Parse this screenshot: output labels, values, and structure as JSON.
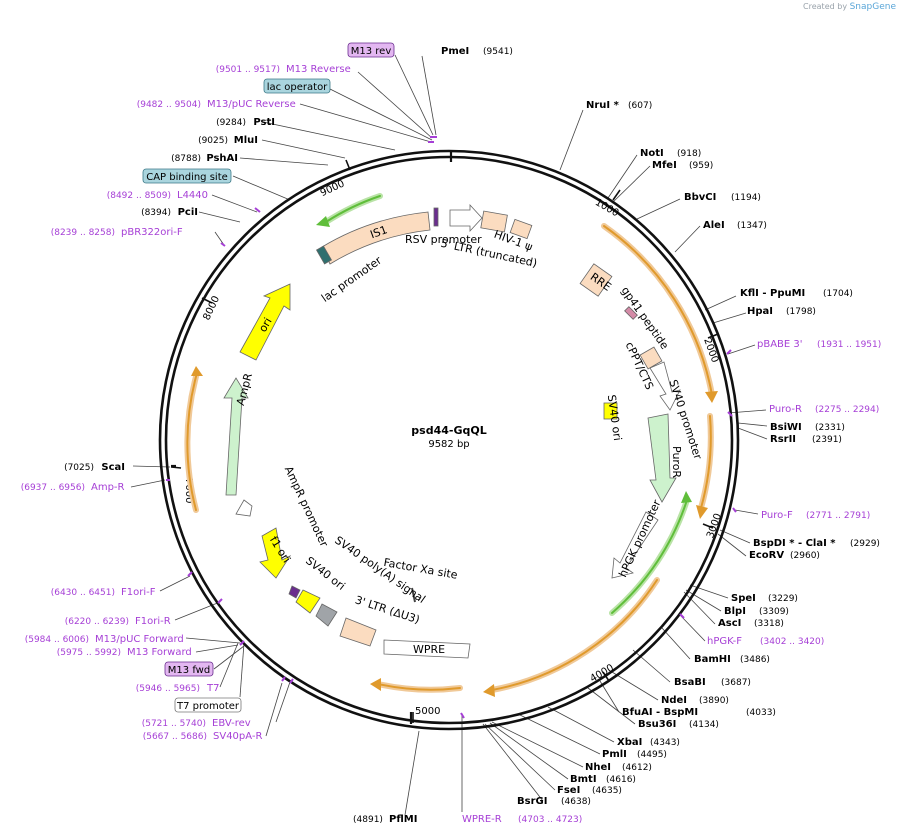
{
  "watermark": {
    "prefix": "Created by",
    "brand": "SnapGene"
  },
  "plasmid": {
    "name": "psd44-GqQL",
    "length_label": "9582 bp",
    "length_bp": 9582
  },
  "colors": {
    "primer": "#a63fd6",
    "feature_orange": "#fbdcc0",
    "feature_green": "#cdf2cd",
    "ori_yellow": "#ffff00",
    "orf_arrow_orange": "#e09a2c",
    "orf_arrow_green": "#5fbe3a"
  },
  "ticks": [
    "1000",
    "2000",
    "3000",
    "4000",
    "5000",
    "7000",
    "8000",
    "9000"
  ],
  "enzymes": [
    {
      "name": "PmeI",
      "pos": "(9541)"
    },
    {
      "name": "NruI *",
      "pos": "(607)"
    },
    {
      "name": "NotI",
      "pos": "(918)"
    },
    {
      "name": "MfeI",
      "pos": "(959)"
    },
    {
      "name": "BbvCI",
      "pos": "(1194)"
    },
    {
      "name": "AleI",
      "pos": "(1347)"
    },
    {
      "name": "KflI - PpuMI",
      "pos": "(1704)"
    },
    {
      "name": "HpaI",
      "pos": "(1798)"
    },
    {
      "name": "BsiWI",
      "pos": "(2331)"
    },
    {
      "name": "RsrII",
      "pos": "(2391)"
    },
    {
      "name": "BspDI * - ClaI *",
      "pos": "(2929)"
    },
    {
      "name": "EcoRV",
      "pos": "(2960)"
    },
    {
      "name": "SpeI",
      "pos": "(3229)"
    },
    {
      "name": "BlpI",
      "pos": "(3309)"
    },
    {
      "name": "AscI",
      "pos": "(3318)"
    },
    {
      "name": "BamHI",
      "pos": "(3486)"
    },
    {
      "name": "BsaBI",
      "pos": "(3687)"
    },
    {
      "name": "NdeI",
      "pos": "(3890)"
    },
    {
      "name": "BfuAI - BspMI",
      "pos": "(4033)"
    },
    {
      "name": "Bsu36I",
      "pos": "(4134)"
    },
    {
      "name": "XbaI",
      "pos": "(4343)"
    },
    {
      "name": "PmlI",
      "pos": "(4495)"
    },
    {
      "name": "NheI",
      "pos": "(4612)"
    },
    {
      "name": "BmtI",
      "pos": "(4616)"
    },
    {
      "name": "FseI",
      "pos": "(4635)"
    },
    {
      "name": "BsrGI",
      "pos": "(4638)"
    },
    {
      "name": "PflMI",
      "pos": "(4891)"
    },
    {
      "name": "ScaI",
      "pos": "(7025)"
    },
    {
      "name": "PciI",
      "pos": "(8394)"
    },
    {
      "name": "PshAI",
      "pos": "(8788)"
    },
    {
      "name": "MluI",
      "pos": "(9025)"
    },
    {
      "name": "PstI",
      "pos": "(9284)"
    }
  ],
  "primers": [
    {
      "name": "pBABE 3'",
      "range": "(1931 .. 1951)"
    },
    {
      "name": "Puro-R",
      "range": "(2275 .. 2294)"
    },
    {
      "name": "Puro-F",
      "range": "(2771 .. 2791)"
    },
    {
      "name": "hPGK-F",
      "range": "(3402 .. 3420)"
    },
    {
      "name": "WPRE-R",
      "range": "(4703 .. 4723)"
    },
    {
      "name": "SV40pA-R",
      "range": "(5667 .. 5686)"
    },
    {
      "name": "EBV-rev",
      "range": "(5721 .. 5740)"
    },
    {
      "name": "T7",
      "range": "(5946 .. 5965)"
    },
    {
      "name": "M13 Forward",
      "range": "(5975 .. 5992)"
    },
    {
      "name": "M13/pUC Forward",
      "range": "(5984 .. 6006)"
    },
    {
      "name": "F1ori-R",
      "range": "(6220 .. 6239)"
    },
    {
      "name": "F1ori-F",
      "range": "(6430 .. 6451)"
    },
    {
      "name": "Amp-R",
      "range": "(6937 .. 6956)"
    },
    {
      "name": "pBR322ori-F",
      "range": "(8239 .. 8258)"
    },
    {
      "name": "L4440",
      "range": "(8492 .. 8509)"
    },
    {
      "name": "M13/pUC Reverse",
      "range": "(9482 .. 9504)"
    },
    {
      "name": "M13 Reverse",
      "range": "(9501 .. 9517)"
    }
  ],
  "boxed_features": [
    {
      "name": "M13 rev",
      "style": "purple"
    },
    {
      "name": "lac operator",
      "style": "teal"
    },
    {
      "name": "CAP binding site",
      "style": "teal"
    },
    {
      "name": "M13 fwd",
      "style": "purple"
    },
    {
      "name": "T7 promoter",
      "style": "white"
    }
  ],
  "inner_features": {
    "is1": "IS1",
    "rsv": "RSV promoter",
    "ltr5": "5' LTR (truncated)",
    "hiv": "HIV-1 ψ",
    "rre": "RRE",
    "gp41": "gp41 peptide",
    "cppt": "cPPT/CTS",
    "sv40p": "SV40 promoter",
    "sv40ori_r": "SV40 ori",
    "puror": "PuroR",
    "hpgk": "hPGK promoter",
    "factorxa": "Factor Xa site",
    "ltr3": "3' LTR (ΔU3)",
    "wpre": "WPRE",
    "sv40pa": "SV40 poly(A) signal",
    "sv40ori_l": "SV40 ori",
    "f1": "f1 ori",
    "ampp": "AmpR promoter",
    "ampr": "AmpR",
    "ori": "ori",
    "lacp": "lac promoter"
  }
}
